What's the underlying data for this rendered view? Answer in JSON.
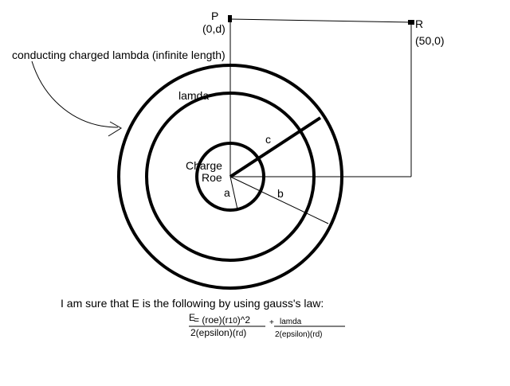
{
  "labels": {
    "point_p": "P",
    "point_p_coord": "(0,d)",
    "point_r": "R",
    "point_r_coord": "(50,0)",
    "annotation": "conducting charged lambda (infinite length)",
    "lamda": "lamda",
    "radius_c": "c",
    "charge_line1": "Charge",
    "charge_line2": "Roe",
    "radius_a": "a",
    "radius_b": "b"
  },
  "statement": "I am sure that E is the following by using gauss's law:",
  "equation": {
    "e_symbol": "E",
    "term1_num_a": "= (roe)(r",
    "term1_num_sub": "10",
    "term1_num_b": ")^2",
    "term1_den_a": "2(epsilon)(r",
    "term1_den_sub": "d",
    "term1_den_b": ")",
    "plus": "+",
    "term2_num": "lamda",
    "term2_den": "2(epsilon)(rd)"
  }
}
